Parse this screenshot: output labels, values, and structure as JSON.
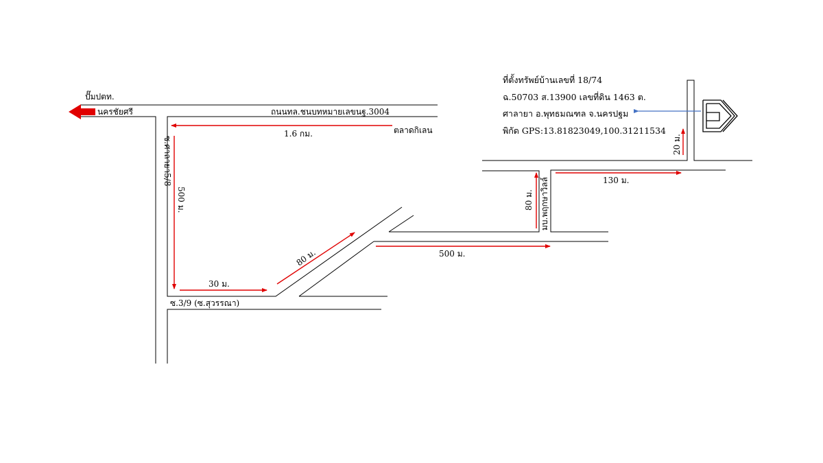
{
  "colors": {
    "route": "#e00000",
    "pointer": "#4472c4",
    "road": "#000000",
    "background": "#ffffff"
  },
  "labels": {
    "gas_station": "ปั๊มปตท.",
    "nakhon_chai_si": "นครชัยศรี",
    "main_road": "ถนนทล.ชนบทหมายเลขนฐ.3004",
    "talat_kilen": "ตลาดกิเลน",
    "soi_salaya": "ซ.ศาลายา5/8",
    "soi_3_9": "ซ.3/9 (ซ.สุวรรณา)",
    "village": "มบ.พฤกษาวิลล์"
  },
  "distances": {
    "d_1_6km": "1.6 กม.",
    "d_500_down": "500 ม.",
    "d_30": "30 ม.",
    "d_80_diag": "80 ม.",
    "d_500_right": "500 ม.",
    "d_80_up": "80 ม.",
    "d_130": "130 ม.",
    "d_20": "20 ม."
  },
  "info": {
    "line1": "ที่ตั้งทรัพย์บ้านเลขที่ 18/74",
    "line2": "ฉ.50703 ส.13900 เลขที่ดิน 1463 ต.",
    "line3": "ศาลายา อ.พุทธมณฑล จ.นครปฐม",
    "line4": "พิกัด GPS:13.81823049,100.31211534"
  },
  "icons": [
    "left-arrow-icon",
    "house-icon",
    "pointer-arrow-icon"
  ]
}
